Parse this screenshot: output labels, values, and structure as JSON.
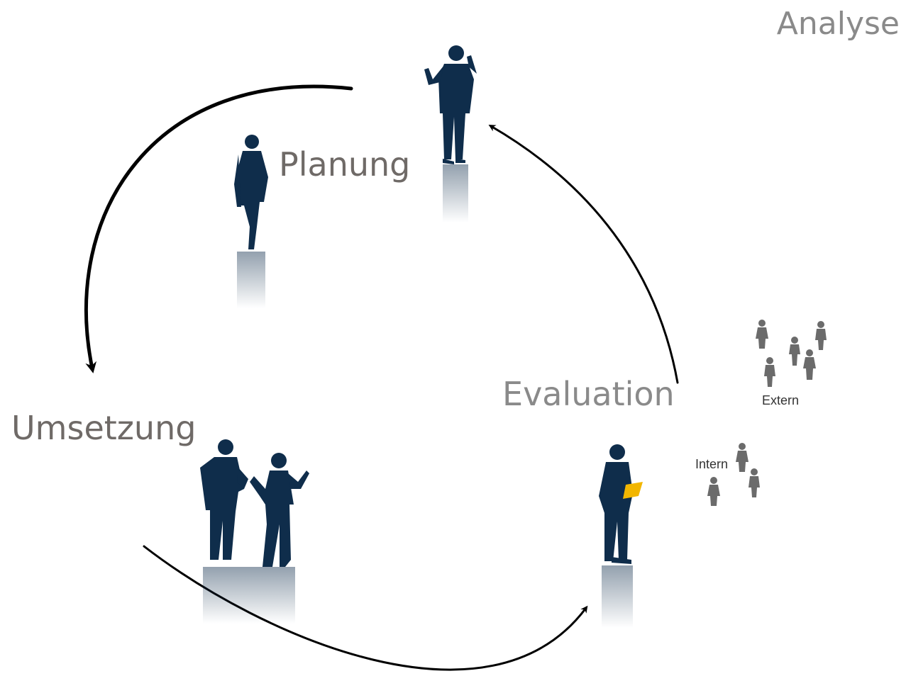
{
  "diagram": {
    "stages": {
      "analyse": "Analyse",
      "planung": "Planung",
      "umsetzung": "Umsetzung",
      "evaluation": "Evaluation"
    },
    "groups": {
      "extern": "Extern",
      "intern": "Intern"
    }
  },
  "colors": {
    "figure": "#0f2d4b",
    "stage_text": "#6f6a67",
    "stage_text_light": "#8a8a8a",
    "small_figures": "#6b6b6b",
    "clipboard": "#f2b600",
    "arrow": "#000000"
  }
}
